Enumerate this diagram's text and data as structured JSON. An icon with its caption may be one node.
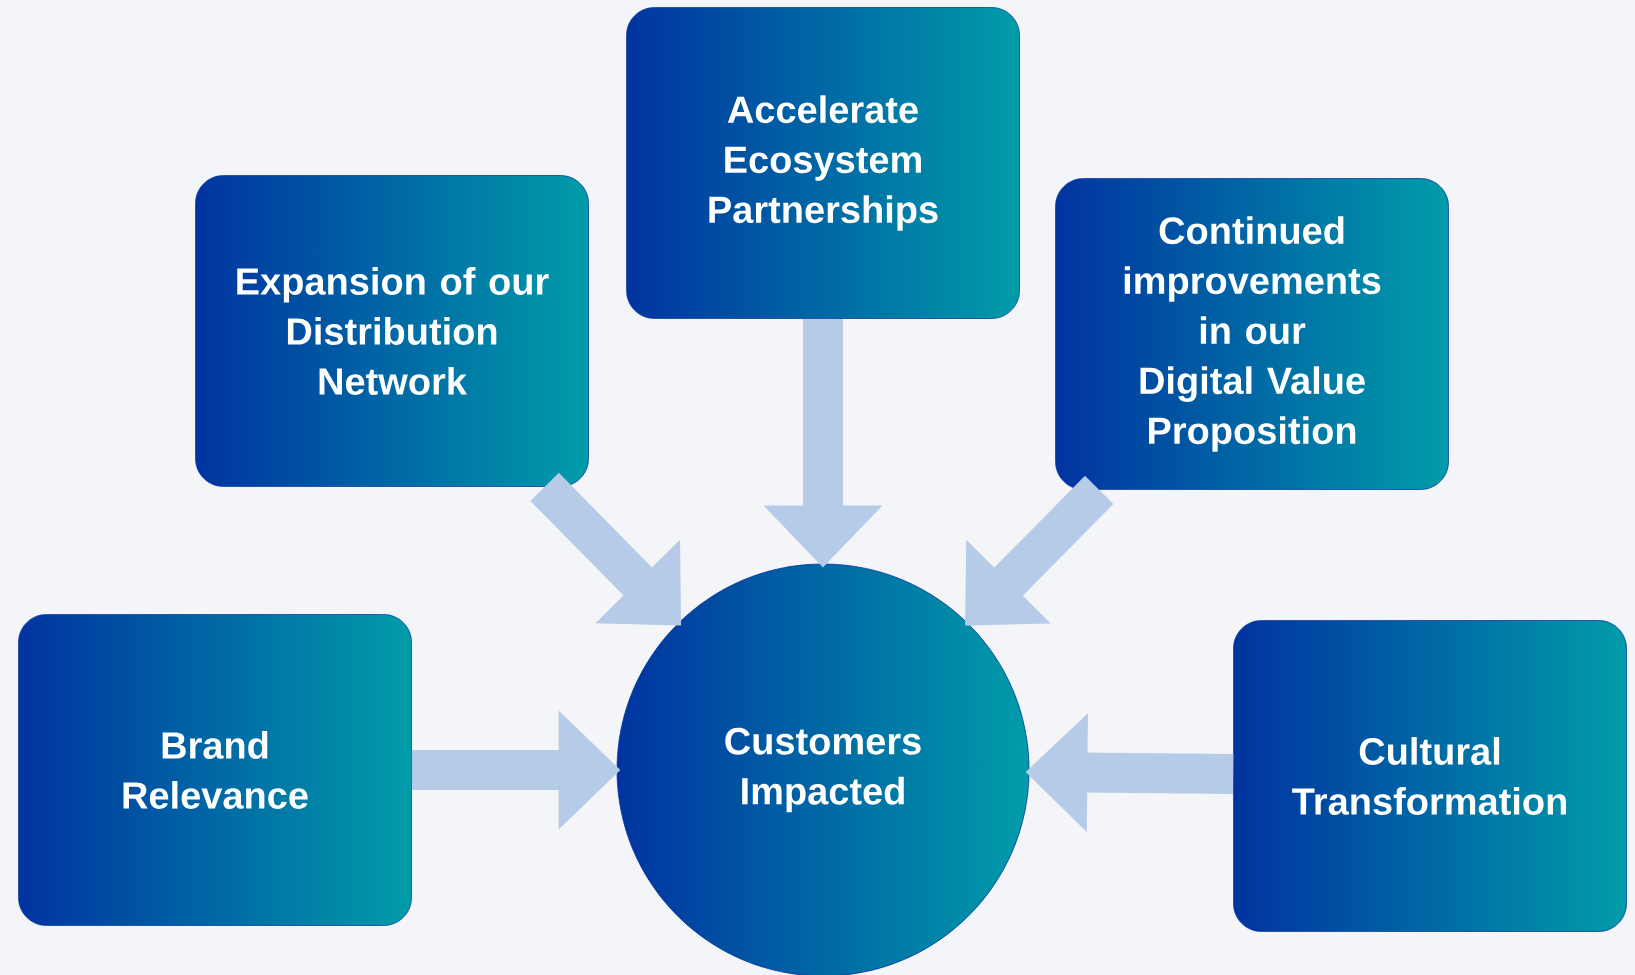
{
  "diagram": {
    "nodes": [
      {
        "text": [
          "Accelerate Ecosystem Partnerships"
        ]
      },
      {
        "text": [
          "Expansion of our Distribution Network"
        ]
      },
      {
        "text": [
          "Continued improvements in our Digital Value Proposition"
        ]
      },
      {
        "text": [
          "Customers Impacted"
        ]
      },
      {
        "text": [
          "Brand Relevance"
        ]
      },
      {
        "text": [
          "Cultural Transformation"
        ]
      }
    ],
    "edges": [
      {
        "from": 0,
        "to": 3,
        "arrow": "to"
      },
      {
        "from": 1,
        "to": 3,
        "arrow": "to"
      },
      {
        "from": 2,
        "to": 3,
        "arrow": "to"
      },
      {
        "from": 4,
        "to": 3,
        "arrow": "to"
      },
      {
        "from": 5,
        "to": 3,
        "arrow": "to"
      }
    ]
  }
}
